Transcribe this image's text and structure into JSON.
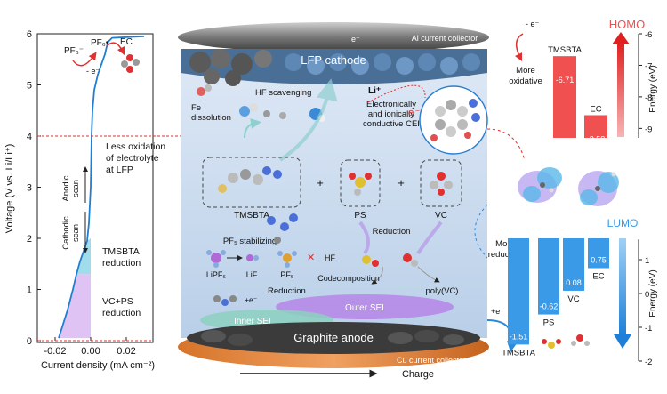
{
  "voltammogram": {
    "ylabel": "Voltage (V vs. Li/Li⁺)",
    "xlabel": "Current density (mA cm⁻²)",
    "y_ticks": [
      "0",
      "1",
      "2",
      "3",
      "4",
      "5",
      "6"
    ],
    "x_ticks": [
      "-0.02",
      "0.00",
      "0.02"
    ],
    "label_ec": "EC",
    "label_pf6": "PF₆⁻",
    "label_pf6_radical": "PF₆•",
    "label_minus_e": "- e⁻",
    "annotation_less_oxidation": [
      "Less oxidation",
      "of electrolyte",
      "at LFP"
    ],
    "label_anodic": [
      "Anodic",
      "scan"
    ],
    "label_cathodic": [
      "Cathodic",
      "scan"
    ],
    "label_tmsbta_reduction": [
      "TMSBTA",
      "reduction"
    ],
    "label_vcps_reduction": [
      "VC+PS",
      "reduction"
    ],
    "curve": {
      "x": [
        -0.018,
        -0.013,
        -0.01,
        -0.008,
        -0.006,
        -0.004,
        -0.002,
        -0.001,
        0.0,
        0.0005,
        0.001,
        0.002,
        0.004,
        0.006,
        0.008,
        0.009,
        0.01,
        0.012,
        0.03
      ],
      "y": [
        0.05,
        0.6,
        1.0,
        1.3,
        1.55,
        1.75,
        1.95,
        2.3,
        3.0,
        4.0,
        4.5,
        4.9,
        5.2,
        5.4,
        5.6,
        5.75,
        5.85,
        5.92,
        5.95
      ]
    }
  },
  "cell": {
    "al_collector": "Al current collector",
    "e_top": "e⁻",
    "lfp_cathode": "LFP cathode",
    "fe_dissolution": [
      "Fe",
      "dissolution"
    ],
    "hf_scavenging": "HF scavenging",
    "li_plus": "Li⁺",
    "cei_label": [
      "Electronically",
      "and ionically",
      "conductive CEI"
    ],
    "e_cei": "e⁻",
    "tmsbta": "TMSBTA",
    "ps": "PS",
    "vc": "VC",
    "plus": "+",
    "pf5_stabilizing": "PF₅ stabilizing",
    "lipf6": "LiPF₆",
    "lif": "LiF",
    "pf5": "PF₅",
    "hf": "HF",
    "reduction_mid": "Reduction",
    "codecomposition": "Codecomposition",
    "poly_vc": "poly(VC)",
    "reduction_low": "Reduction",
    "e_reduction": "+e⁻",
    "inner_sei": "Inner SEI",
    "outer_sei": "Outer SEI",
    "graphite_anode": "Graphite anode",
    "cu_collector": "Cu current collector",
    "charge": "Charge",
    "e_right": "+e⁻"
  },
  "homo": {
    "title": "HOMO",
    "e_minus": "- e⁻",
    "more_oxidative": [
      "More",
      "oxidative"
    ],
    "ylabel": "Energy (eV)",
    "y_ticks": [
      "-6",
      "-7",
      "-8",
      "-9"
    ],
    "bars": [
      {
        "name": "TMSBTA",
        "value": -6.71
      },
      {
        "name": "EC",
        "value": -8.58
      }
    ],
    "color": "#f05050"
  },
  "lumo": {
    "title": "LUMO",
    "more_reductive": [
      "More",
      "reductive"
    ],
    "ylabel": "Energy (eV)",
    "y_ticks": [
      "1",
      "0",
      "-1",
      "-2"
    ],
    "bars": [
      {
        "name": "TMSBTA",
        "value": -1.51
      },
      {
        "name": "PS",
        "value": -0.62
      },
      {
        "name": "VC",
        "value": 0.08
      },
      {
        "name": "EC",
        "value": 0.75
      }
    ],
    "color": "#3a9ae8"
  }
}
